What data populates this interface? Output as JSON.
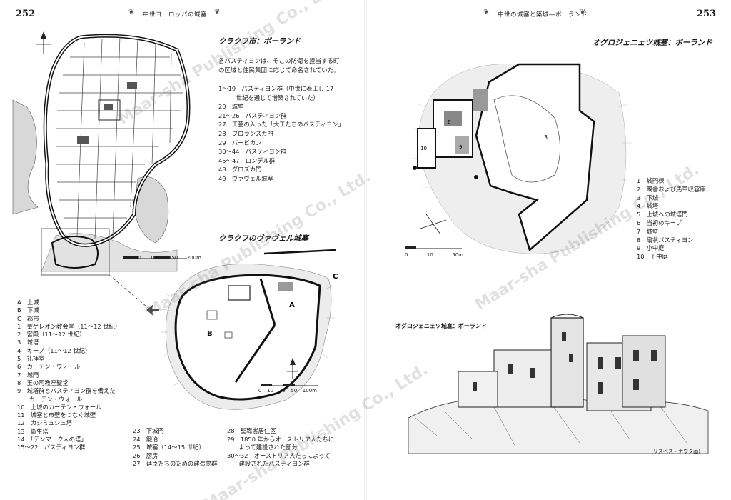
{
  "left_page": {
    "page_number": "252",
    "running_head": "中世ヨーロッパの城塞",
    "krakow_city": {
      "title": "クラクフ市：ポーランド",
      "intro": [
        "各バスティヨンは、そこの防衛を担当する町",
        "の区域と住民集団に応じて命名されていた。"
      ],
      "legend": [
        "1～19　バスティヨン群（中世に着工し 17",
        "　　　世紀を通じて増築されていた）",
        "20　城壁",
        "21～26　バスティヨン群",
        "27　工芸の入った「大工たちのバスティヨン」",
        "28　フロランスカ門",
        "29　バービカン",
        "30～44　バスティヨン群",
        "45～47　ロンデル群",
        "48　グロズカ門",
        "49　ヴァヴェル城塞"
      ],
      "scale_ticks": [
        "0",
        "50",
        "100",
        "150",
        "200m"
      ]
    },
    "wawel": {
      "title": "クラクフのヴァヴェル城塞",
      "scale_ticks": [
        "0",
        "10",
        "30",
        "50",
        "100m"
      ],
      "map_labels": [
        "A",
        "B",
        "C"
      ]
    },
    "legend_col1": [
      "A　上城",
      "B　下城",
      "C　郡市",
      "1　聖ゲレオン教会堂（11～12 世紀）",
      "2　宮殿（11～12 世紀）",
      "3　城塔",
      "4　キープ（11～12 世紀）",
      "5　礼拝堂",
      "6　カーテン・ウォール",
      "7　城門",
      "8　王の司教座聖堂",
      "9　城塔群とバスティヨン群を備えた",
      "　　カーテン・ウォール",
      "10　上城のカーテン・ウォール",
      "11　城塞と市壁をつなぐ城壁",
      "12　カジミュシュ塔",
      "13　衛生塔",
      "14　「デンマーク人の塔」",
      "15～22　バスティヨン群"
    ],
    "legend_col2": [
      "23　下城門",
      "24　鍛冶",
      "25　城塞（14～15 世紀）",
      "26　厨房",
      "27　廷臣たちのための建造物群"
    ],
    "legend_col3": [
      "28　聖職者居住区",
      "29　1850 年からオーストリア人たちに",
      "　　よって建設された部分",
      "30～32　オーストリア人たちによって",
      "　　建設されたバスティヨン群"
    ]
  },
  "right_page": {
    "page_number": "253",
    "running_head": "中世の城塞と築城―ポーランド",
    "ogrodzieniec": {
      "title": "オグロジェニェツ城塞：ポーランド",
      "legend": [
        "1　城門棟",
        "2　厩舎および馬車収容庫",
        "3　下城",
        "4　城塔",
        "5　上城への城塔門",
        "6　当初のキープ",
        "7　城壁",
        "8　扇状バスティヨン",
        "9　小中庭",
        "10　下中庭"
      ],
      "scale_ticks": [
        "0",
        "10",
        "50m"
      ],
      "map_labels": [
        "3",
        "6",
        "10",
        "9"
      ]
    },
    "illustration": {
      "caption": "オグロジェニェツ城塞：ポーランド",
      "credit": "（リズベス・ナウタ画）"
    }
  },
  "watermark": "Maar-sha Publishing Co., Ltd."
}
